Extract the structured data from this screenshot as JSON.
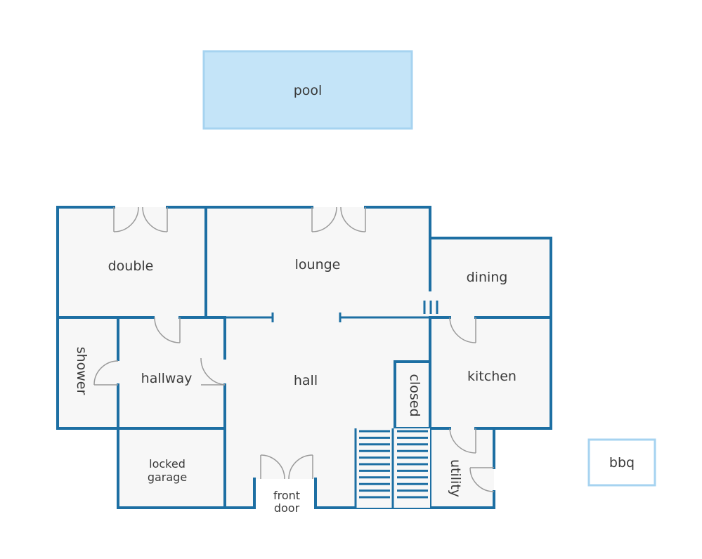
{
  "colors": {
    "wall": "#1d6fa3",
    "floor": "#f7f7f7",
    "pool_fill": "#c4e4f8",
    "pool_stroke": "#a6d3f0",
    "bbq_stroke": "#a6d3f0",
    "door_arc": "#9a9a9a",
    "label": "#3a3a3a"
  },
  "rooms": {
    "pool": "pool",
    "bbq": "bbq",
    "double": "double",
    "lounge": "lounge",
    "dining": "dining",
    "shower": "shower",
    "hallway": "hallway",
    "hall": "hall",
    "closed": "closed",
    "kitchen": "kitchen",
    "locked_garage_line1": "locked",
    "locked_garage_line2": "garage",
    "front_door_line1": "front",
    "front_door_line2": "door",
    "utility": "utility"
  }
}
